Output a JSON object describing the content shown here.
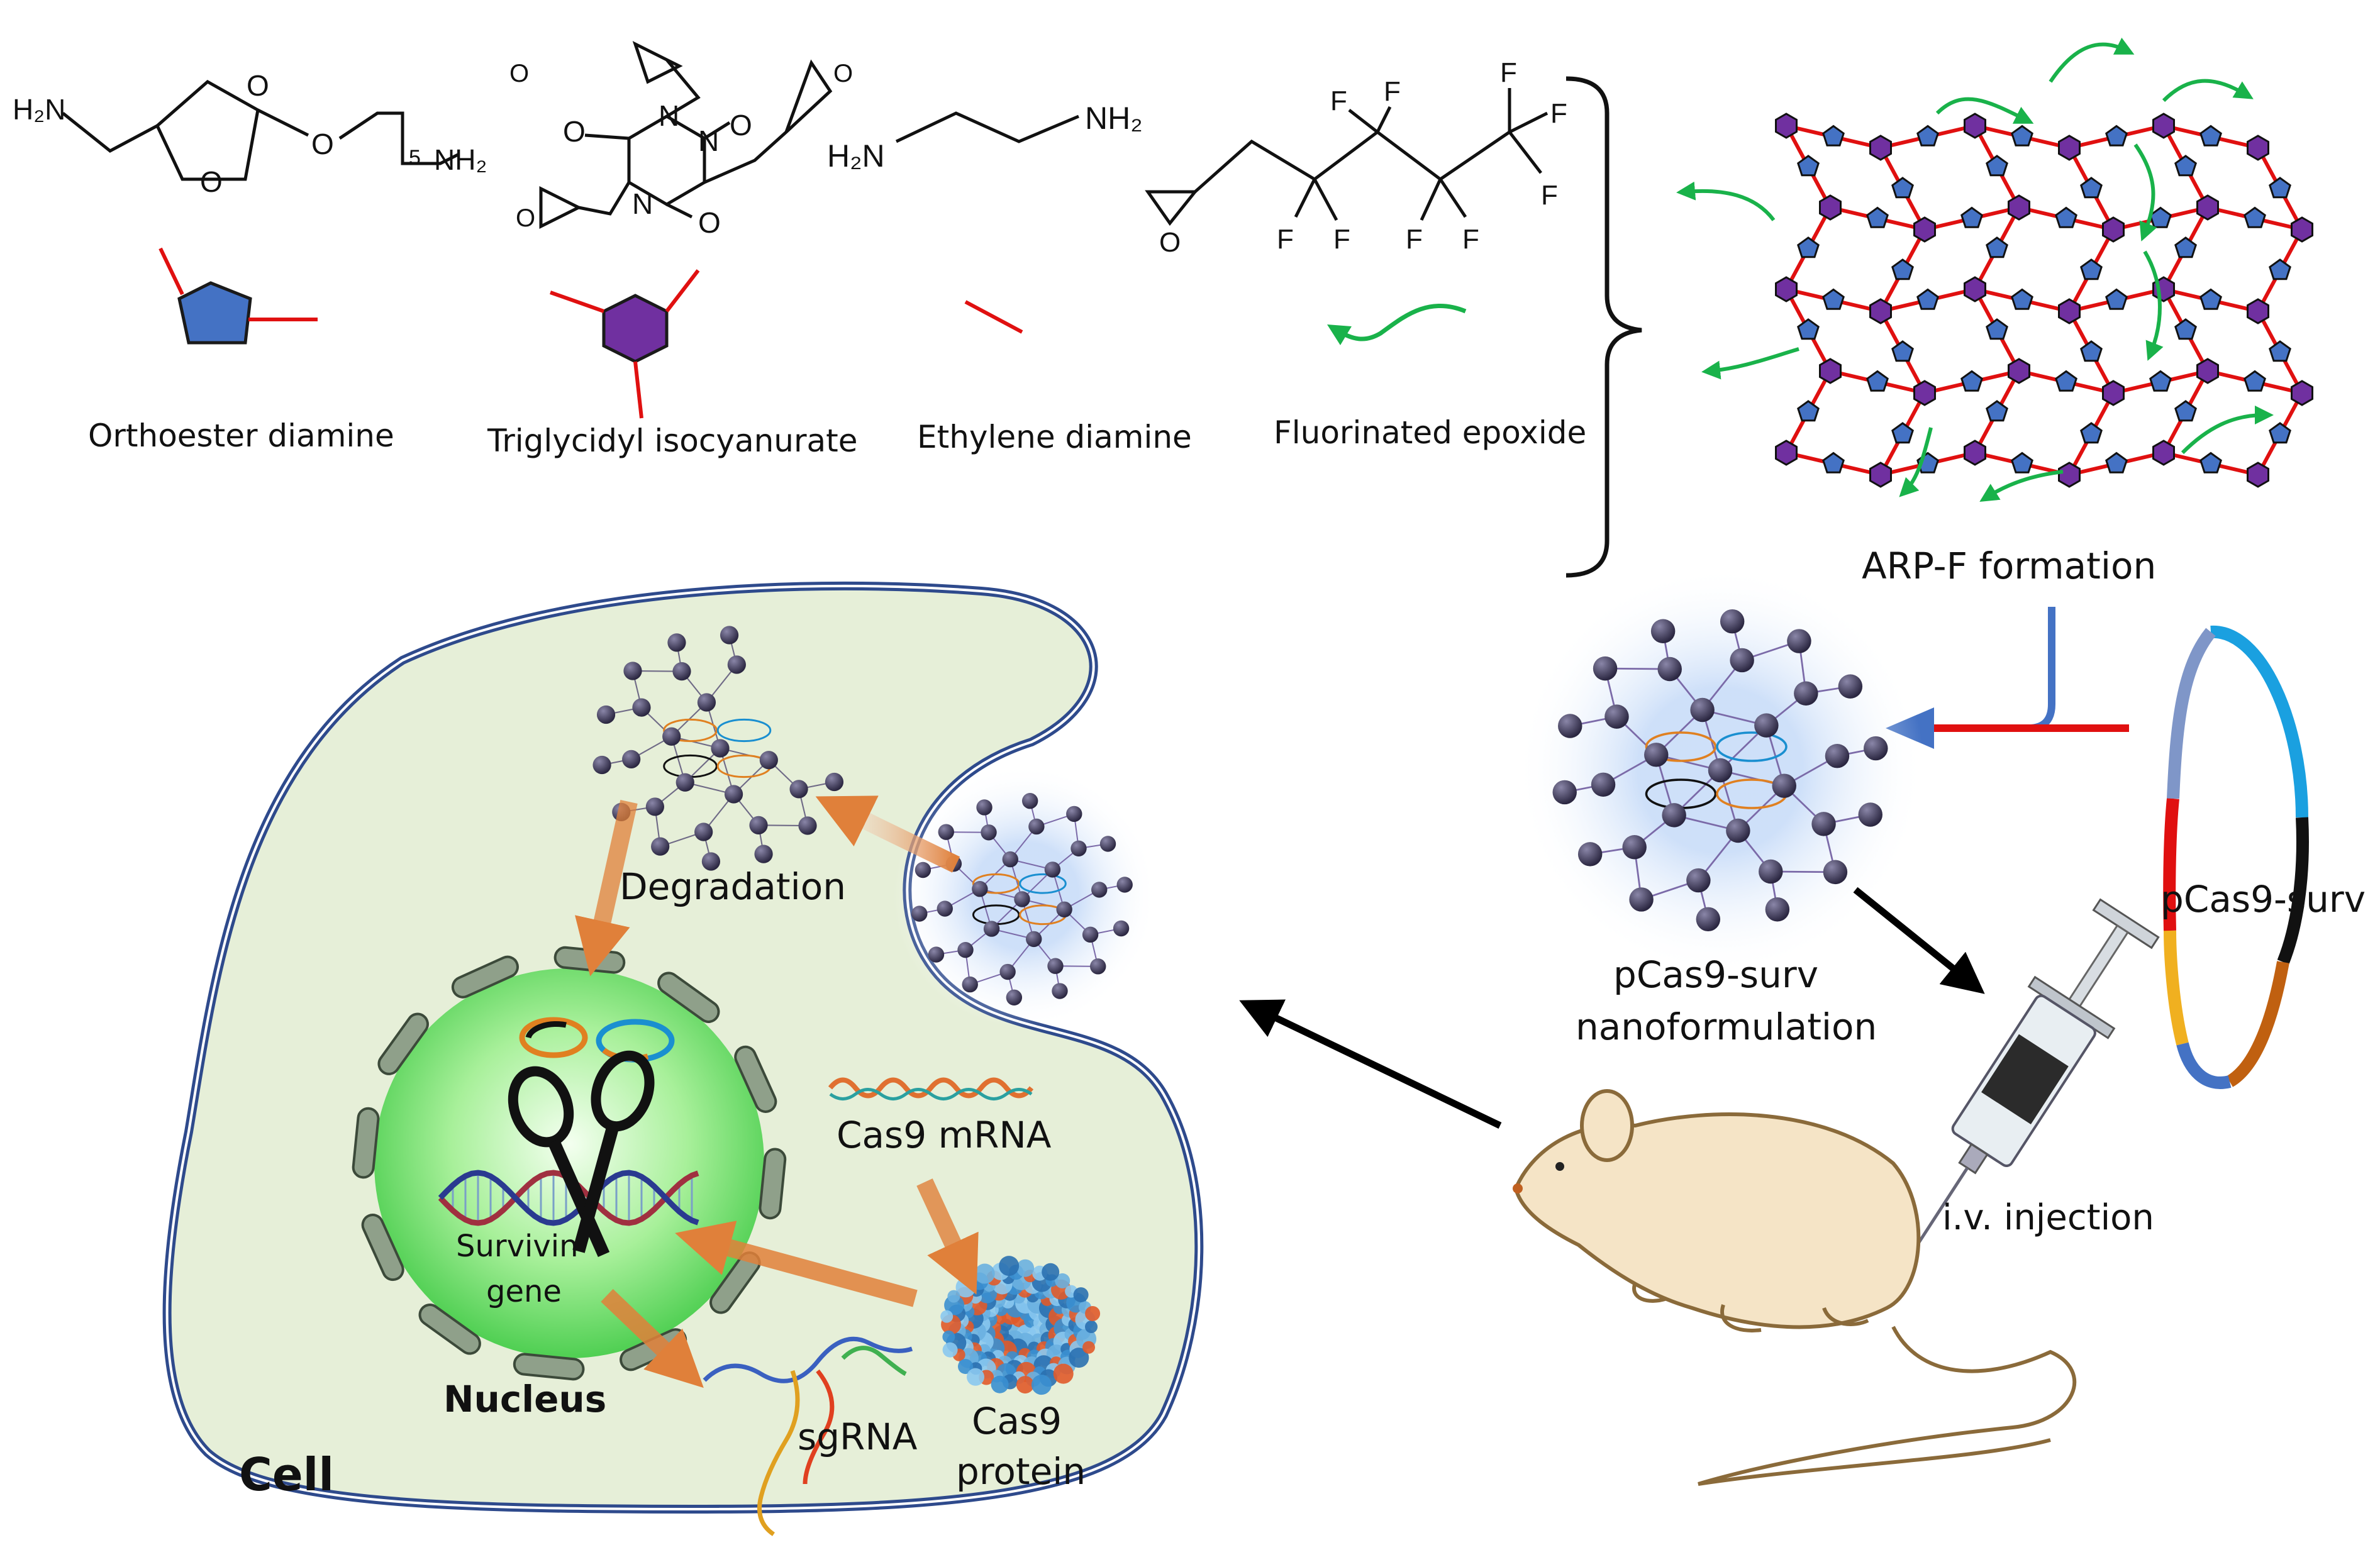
{
  "chemistry": {
    "orthoester": {
      "h2n": "H₂N",
      "o1": "O",
      "o2": "O",
      "o3": "O",
      "sub5": "5",
      "nh2": "NH₂",
      "label": "Orthoester diamine"
    },
    "tgic": {
      "n1": "N",
      "n2": "N",
      "n3": "N",
      "o_top": "O",
      "o_left": "O",
      "o_right": "O",
      "ep1": "O",
      "ep2": "O",
      "ep3": "O",
      "label": "Triglycidyl isocyanurate"
    },
    "eda": {
      "h2n": "H₂N",
      "nh2": "NH₂",
      "label": "Ethylene diamine"
    },
    "fluoro": {
      "f_labels": [
        "F",
        "F",
        "F",
        "F",
        "F",
        "F",
        "F",
        "F",
        "F"
      ],
      "o": "O",
      "label": "Fluorinated epoxide"
    }
  },
  "arp": {
    "label": "ARP-F formation"
  },
  "nano": {
    "line1": "pCas9-surv",
    "line2": "nanoformulation"
  },
  "plasmid": {
    "label": "pCas9-surv"
  },
  "injection": {
    "label": "i.v. injection"
  },
  "cell": {
    "label": "Cell",
    "degradation": "Degradation",
    "cas9_mrna": "Cas9 mRNA",
    "survivin_1": "Survivin",
    "survivin_2": "gene",
    "nucleus": "Nucleus",
    "sgrna": "sgRNA",
    "cas9_protein_1": "Cas9",
    "cas9_protein_2": "protein"
  },
  "colors": {
    "pentagon": "#4472c4",
    "hexagon": "#7030a0",
    "linker": "#e01010",
    "fluoro_arrow": "#19b24a",
    "orange_arrow": "#e0803a",
    "cell_fill": "#e6efd8",
    "cell_stroke": "#2e4a8c",
    "nucleus_green": "#7fe07f"
  }
}
